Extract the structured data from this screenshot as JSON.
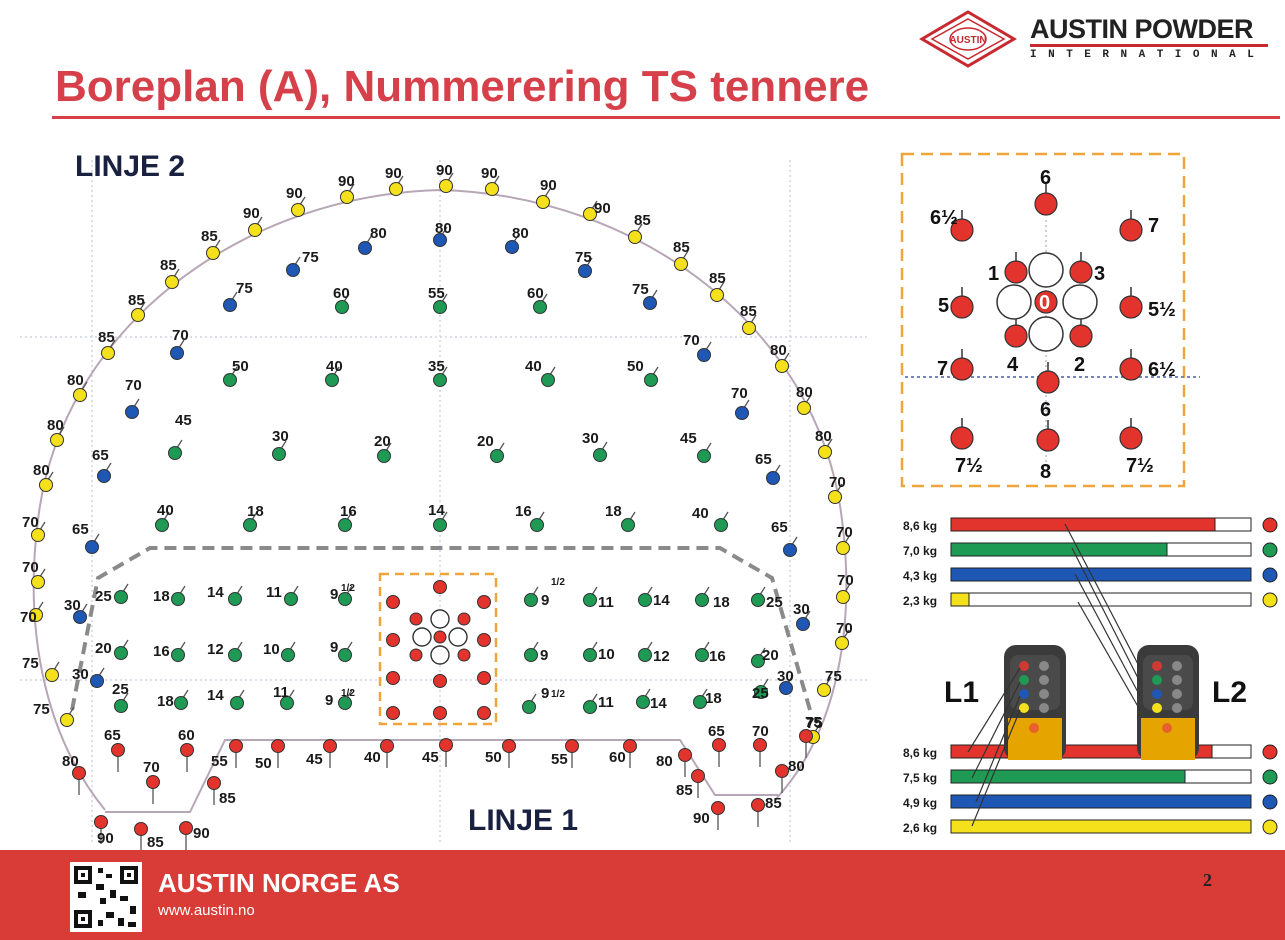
{
  "title": "Boreplan (A), Nummerering TS tennere",
  "brand": {
    "name": "AUSTIN POWDER",
    "sub": "INTERNATIONAL",
    "seal_text": "AUSTIN"
  },
  "lines": {
    "line2": "LINJE 2",
    "line1": "LINJE 1"
  },
  "colors": {
    "red": "#e2332c",
    "green": "#1e9a55",
    "blue": "#1f57b5",
    "yellow": "#f4e11c",
    "accent_title": "#d6404a",
    "box_orange": "#f0a53a"
  },
  "holes": {
    "contour": {
      "color": "yellow",
      "labels": [
        "70",
        "70",
        "70",
        "75",
        "75",
        "80",
        "80",
        "80",
        "85",
        "85",
        "85",
        "85",
        "90",
        "90",
        "90",
        "90",
        "90",
        "90",
        "90",
        "90",
        "85",
        "85",
        "85",
        "85",
        "80",
        "80",
        "80",
        "70",
        "70",
        "70",
        "70",
        "75",
        "75"
      ]
    },
    "helper": {
      "color": "blue",
      "labels": [
        "30",
        "30",
        "65",
        "65",
        "70",
        "70",
        "75",
        "75",
        "80",
        "80",
        "80",
        "75",
        "75",
        "70",
        "70",
        "65",
        "65",
        "30",
        "30"
      ]
    },
    "stoping_green": {
      "color": "green",
      "labels": [
        "60",
        "55",
        "60",
        "50",
        "40",
        "35",
        "40",
        "50",
        "45",
        "30",
        "20",
        "20",
        "30",
        "45",
        "40",
        "18",
        "16",
        "14",
        "16",
        "18",
        "40"
      ]
    },
    "lower_green": {
      "color": "green",
      "labels": [
        "25",
        "18",
        "14",
        "11",
        "9",
        "20",
        "16",
        "12",
        "10",
        "9",
        "25",
        "18",
        "14",
        "11",
        "9",
        "9",
        "11",
        "14",
        "18",
        "25",
        "9",
        "10",
        "12",
        "16",
        "20",
        "9",
        "11",
        "14",
        "18",
        "25"
      ],
      "half_marks": [
        "9½ left row 1",
        "9½ left row 3",
        "9½ right row 1",
        "9½ right row 3"
      ]
    },
    "lifter": {
      "color": "red",
      "labels": [
        "80",
        "65",
        "60",
        "70",
        "55",
        "85",
        "90",
        "85",
        "90",
        "50",
        "45",
        "40",
        "45",
        "50",
        "55",
        "60",
        "80",
        "65",
        "70",
        "85",
        "80",
        "90",
        "85",
        "75"
      ]
    }
  },
  "cut_detail": {
    "labels": [
      "6",
      "6½",
      "7",
      "1",
      "3",
      "5",
      "0",
      "5½",
      "7",
      "4",
      "2",
      "6½",
      "6",
      "7½",
      "8",
      "7½"
    ]
  },
  "charge_legends": {
    "line2": [
      {
        "weight": "8,6 kg",
        "color": "red",
        "fill": 0.88
      },
      {
        "weight": "7,0 kg",
        "color": "green",
        "fill": 0.72
      },
      {
        "weight": "4,3 kg",
        "color": "blue",
        "fill": 1.0
      },
      {
        "weight": "2,3 kg",
        "color": "yellow",
        "fill": 0.06
      }
    ],
    "line1": [
      {
        "weight": "8,6 kg",
        "color": "red",
        "fill": 0.87
      },
      {
        "weight": "7,5 kg",
        "color": "green",
        "fill": 0.78
      },
      {
        "weight": "4,9 kg",
        "color": "blue",
        "fill": 1.0
      },
      {
        "weight": "2,6 kg",
        "color": "yellow",
        "fill": 1.0
      }
    ],
    "remote_labels": [
      "L1",
      "L2"
    ]
  },
  "footer": {
    "company": "AUSTIN NORGE AS",
    "url": "www.austin.no",
    "page": "2"
  }
}
